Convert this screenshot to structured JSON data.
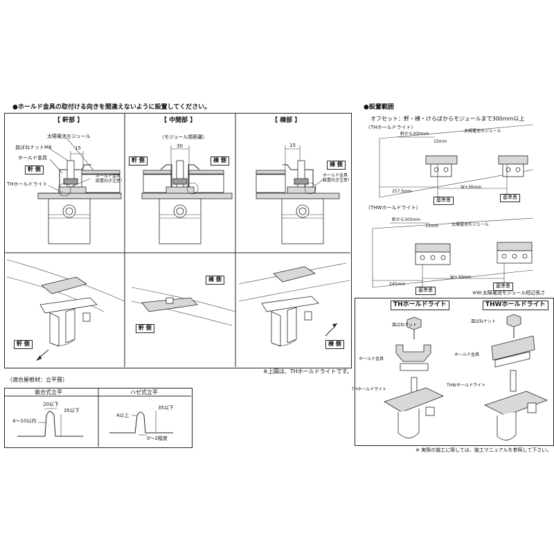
{
  "left": {
    "heading": "●ホールド金具の取付ける向きを間違えないように設置してください。",
    "panels": {
      "eave": {
        "title": "【 軒部 】",
        "module_label": "太陽電池モジュール",
        "nut_label": "皿ばねナットM8",
        "bracket_label": "ホールド金具",
        "eave_side": "軒 側",
        "dim": "15",
        "note": "ホールド金具\n設置向き注意！",
        "note_line1": "ホールド金具",
        "note_line2": "設置向き注意！",
        "base_label": "THホールドライト",
        "bottom_side": "軒 側"
      },
      "middle": {
        "title": "【 中間部 】",
        "spacing_label": "（モジュール間距離）",
        "dim": "30",
        "left_side": "軒 側",
        "right_side": "棟 側",
        "ridge_side": "棟 側",
        "eave_side": "軒 側"
      },
      "ridge": {
        "title": "【 棟部 】",
        "dim": "15",
        "ridge_side": "棟 側",
        "note_line1": "ホールド金具",
        "note_line2": "設置向き注意！",
        "bottom_side": "棟 側"
      }
    },
    "footnote": "※上図は、THホールドライトです。",
    "roof": {
      "title": "（適合屋根材：立平葺）",
      "a_title": "嵌合式立平",
      "a_dim1": "20以下",
      "a_dim2": "35以下",
      "a_dim3": "4～10以内",
      "b_title": "ハゼ式立平",
      "b_dim1": "4以上",
      "b_dim2": "35以下",
      "b_dim3": "0～2程度"
    }
  },
  "right": {
    "heading": "●設置範囲",
    "offset_note": "オフセット：軒・棟・けらばからモジュールまで300mm以上",
    "th": {
      "label": "〈THホールドライト〉",
      "from_eave": "軒から300mm",
      "dim15": "15mm",
      "module": "太陽電池モジュール",
      "dim1": "257.5mm",
      "dim2": "W+30mm",
      "base1": "基準墨",
      "base2": "基準墨"
    },
    "thw": {
      "label": "〈THWホールドライト〉",
      "from_eave": "軒から300mm",
      "dim15": "15mm",
      "module": "太陽電池モジュール",
      "dim1": "245mm",
      "dim2": "W+30mm",
      "base1": "基準墨",
      "base2": "基準墨"
    },
    "w_note": "※W:太陽電池モジュール短辺長さ",
    "exploded": {
      "th_title": "THホールドライト",
      "thw_title": "THWホールドライト",
      "th_nut": "皿ばねナット",
      "th_bracket": "ホールド金具",
      "th_base": "THホールドライト",
      "thw_nut": "皿ばねナット",
      "thw_bracket": "ホールド金具",
      "thw_base": "THWホールドライト"
    },
    "bottom_note": "※ 実際の施工に際しては、施工マニュアルを参照して下さい。"
  }
}
